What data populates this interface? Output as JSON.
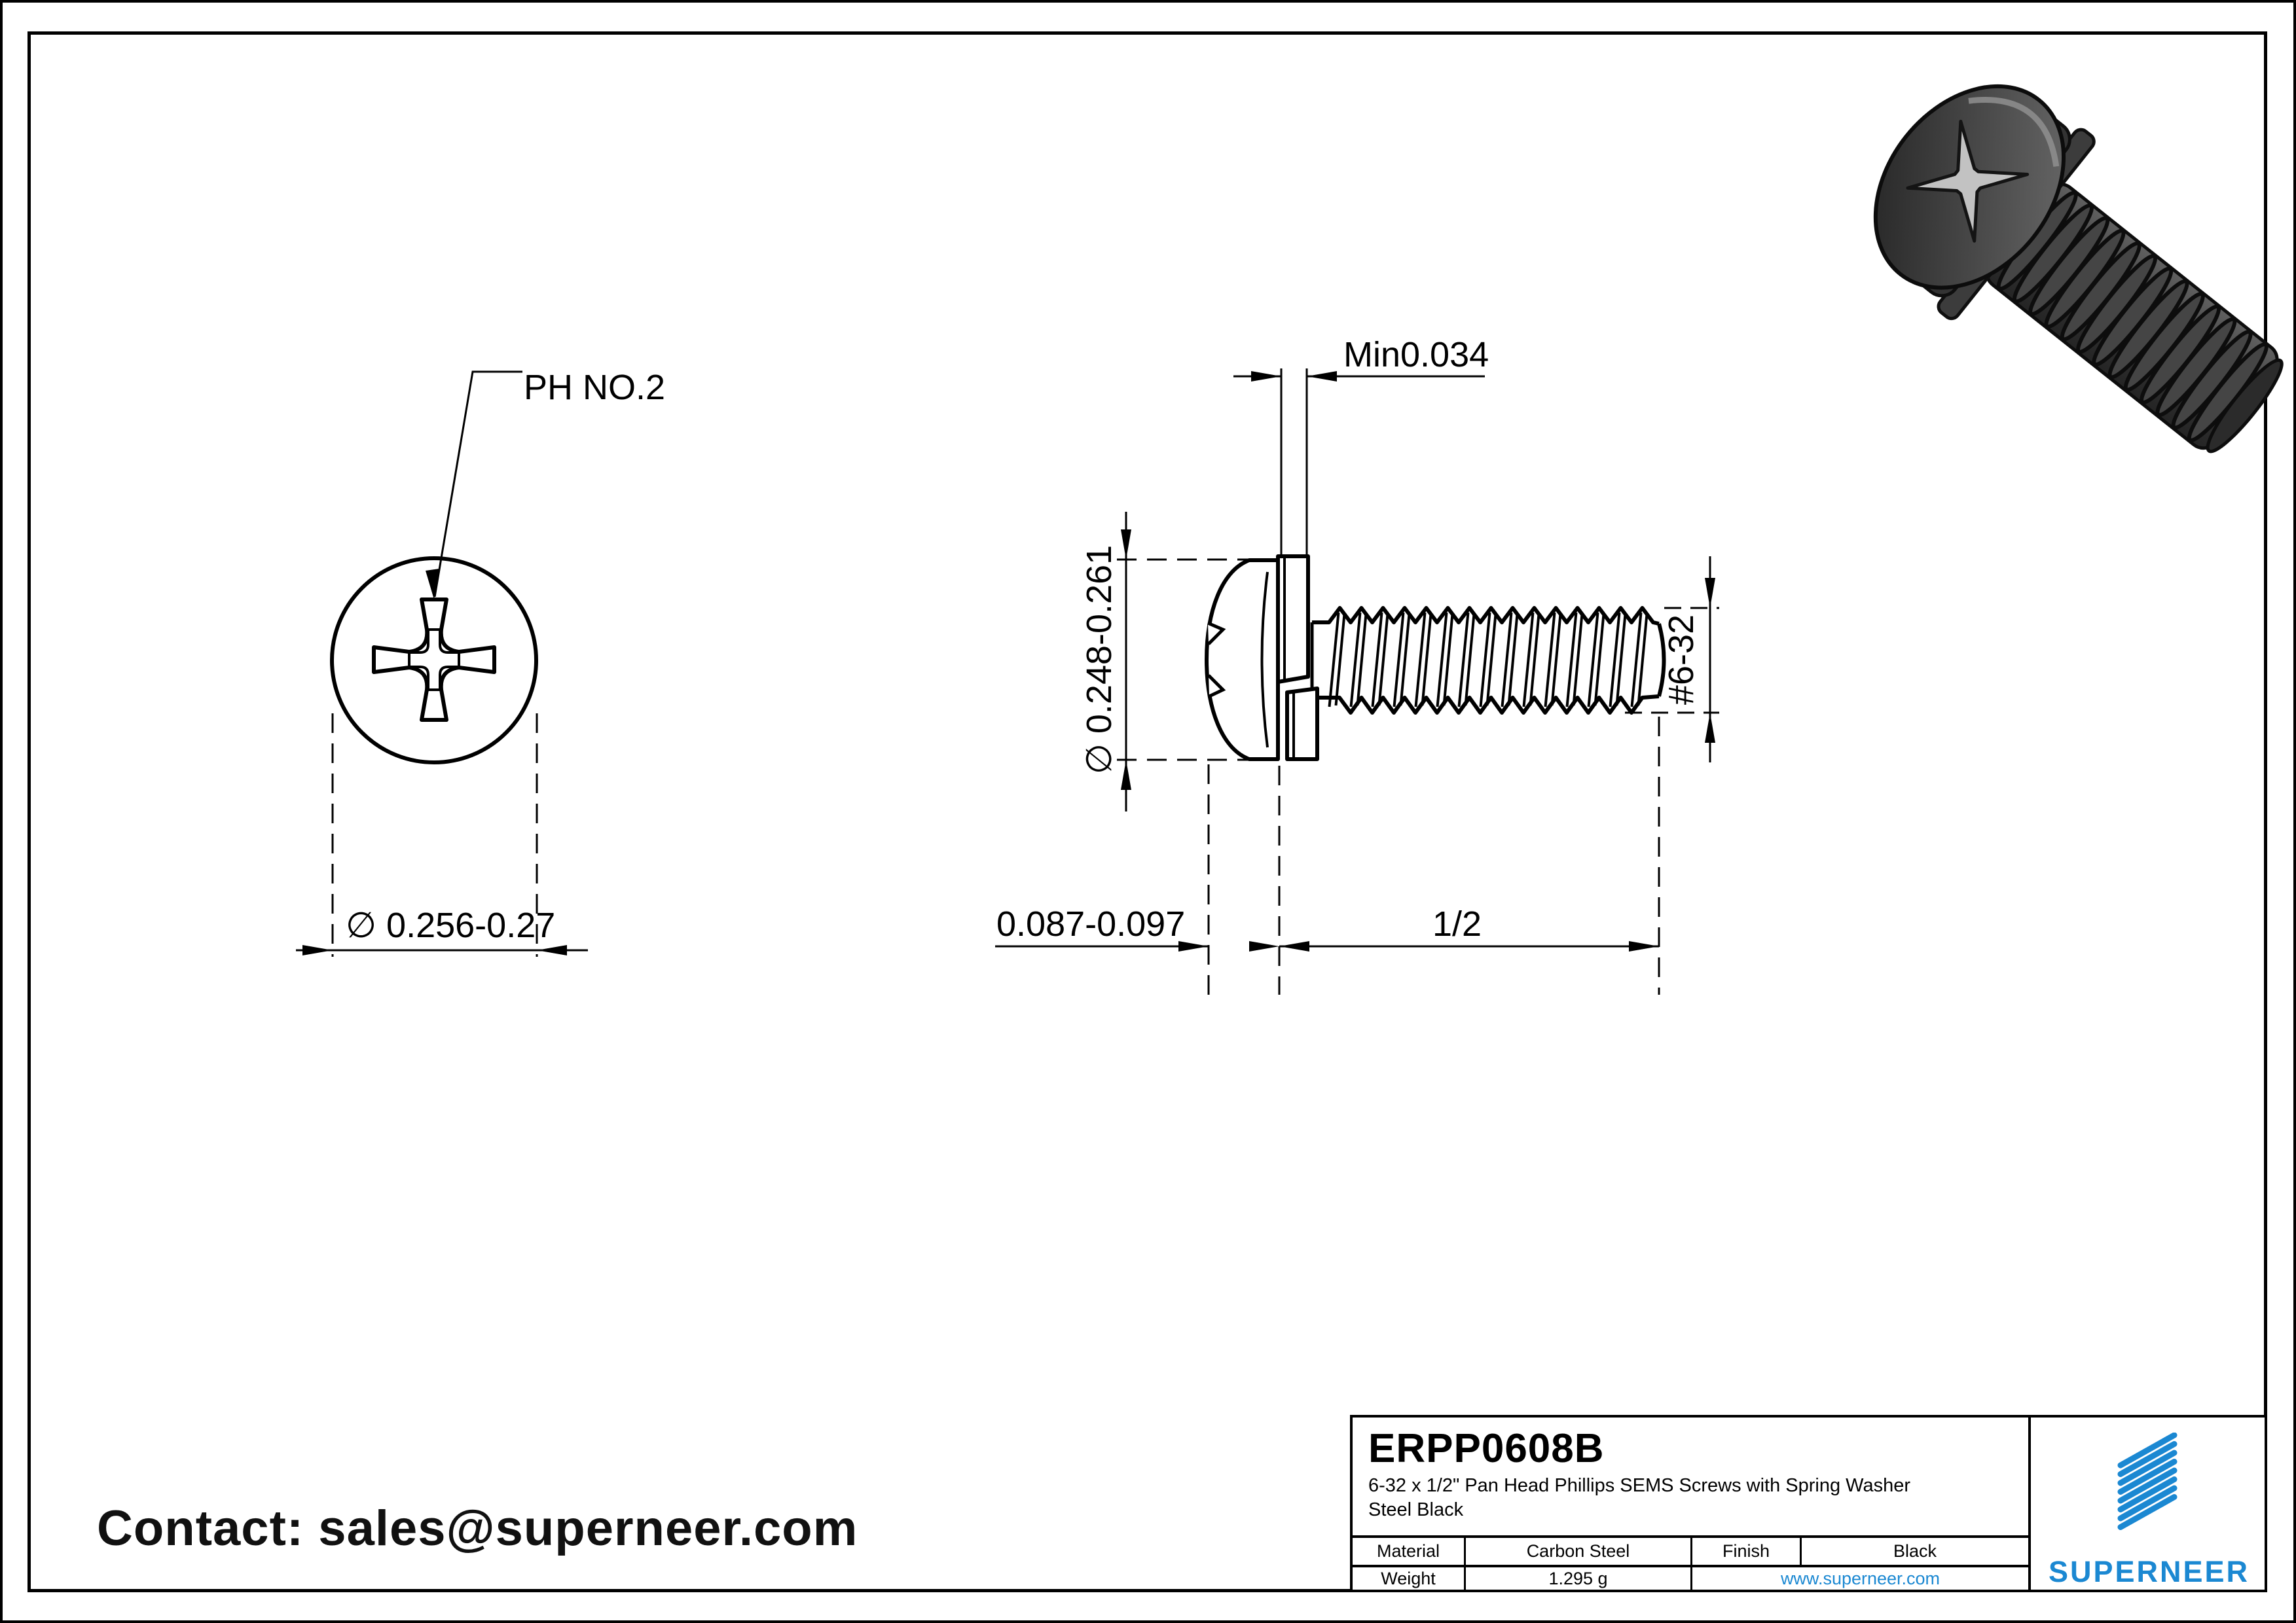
{
  "colors": {
    "brand_blue": "#1b88d2",
    "line_black": "#000000",
    "screw_body_gray": "#3a3a3a"
  },
  "contact": {
    "text": "Contact: sales@superneer.com"
  },
  "front_view": {
    "recess_label": "PH NO.2",
    "head_diameter": "∅ 0.256-0.27"
  },
  "side_view": {
    "washer_thickness": "Min0.034",
    "head_diameter": "∅ 0.248-0.261",
    "head_height": "0.087-0.097",
    "thread_length": "1/2",
    "thread_size": "#6-32"
  },
  "title_block": {
    "part_number": "ERPP0608B",
    "description": "6-32 x 1/2\" Pan Head Phillips SEMS Screws with Spring Washer Steel Black",
    "material_label": "Material",
    "material_value": "Carbon Steel",
    "finish_label": "Finish",
    "finish_value": "Black",
    "weight_label": "Weight",
    "weight_value": "1.295 g",
    "website": "www.superneer.com",
    "brand": "SUPERNEER"
  }
}
